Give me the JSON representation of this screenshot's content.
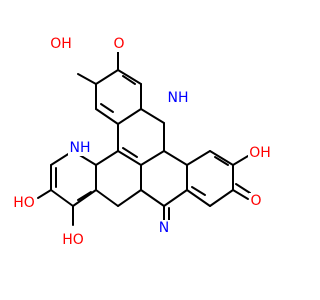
{
  "colors": {
    "background": "#ffffff",
    "carbon_bond": "#000000",
    "oxygen": "#ff0000",
    "nitrogen": "#0000ff"
  },
  "labels": {
    "o_top": "O",
    "oh_top_left": "OH",
    "nh_top": "NH",
    "nh_middle": "NH",
    "oh_right": "OH",
    "o_right": "O",
    "n_bottom": "N",
    "ho_left": "HO",
    "ho_bottom": "HO"
  }
}
